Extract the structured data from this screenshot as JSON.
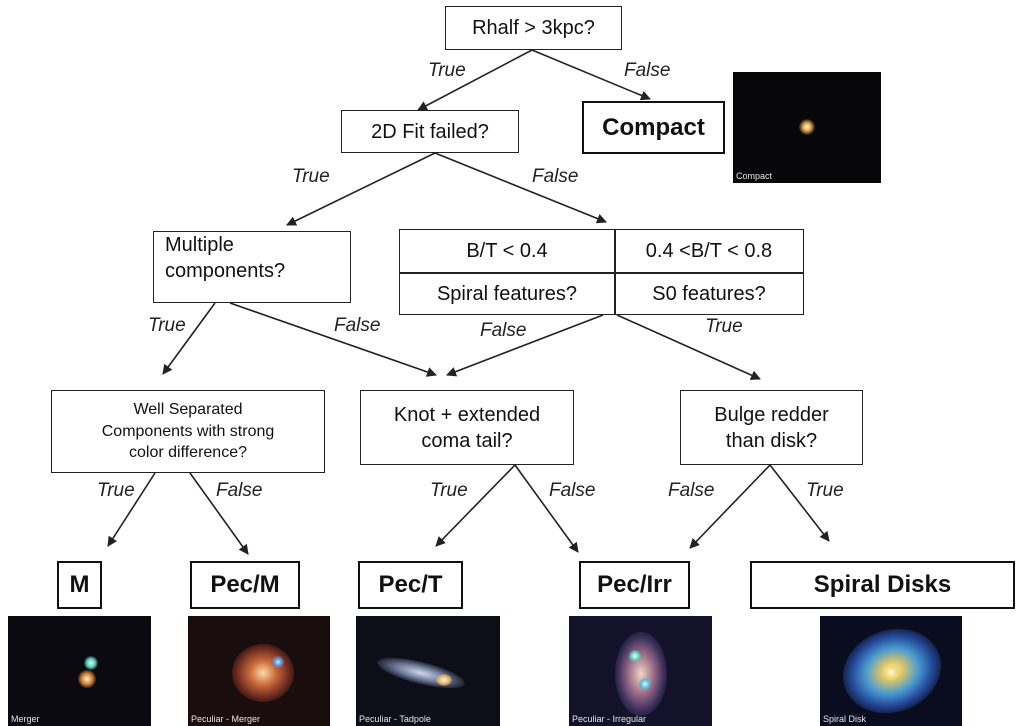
{
  "nodes": {
    "root": "Rhalf > 3kpc?",
    "fit_failed": "2D Fit failed?",
    "compact": "Compact",
    "multiple_line1": "Multiple",
    "multiple_line2": "components?",
    "bt_low": "B/T < 0.4",
    "bt_mid": "0.4 <B/T < 0.8",
    "spiral_features": "Spiral features?",
    "s0_features": "S0 features?",
    "well_sep_line1": "Well Separated",
    "well_sep_line2": "Components with strong",
    "well_sep_line3": "color difference?",
    "knot_line1": "Knot + extended",
    "knot_line2": "coma tail?",
    "bulge_line1": "Bulge redder",
    "bulge_line2": "than disk?"
  },
  "edge_labels": {
    "root_true": "True",
    "root_false": "False",
    "fit_true": "True",
    "fit_false": "False",
    "multi_true": "True",
    "multi_false": "False",
    "bt_false": "False",
    "bt_true": "True",
    "ws_true": "True",
    "ws_false": "False",
    "knot_true": "True",
    "knot_false": "False",
    "bulge_false": "False",
    "bulge_true": "True"
  },
  "leaves": {
    "m": "M",
    "pec_m": "Pec/M",
    "pec_t": "Pec/T",
    "pec_irr": "Pec/Irr",
    "spiral_disks": "Spiral Disks"
  },
  "thumbnails": {
    "compact": "Compact",
    "merger": "Merger",
    "peculiar_merger": "Peculiar - Merger",
    "peculiar_tadpole": "Peculiar - Tadpole",
    "peculiar_irregular": "Peculiar - Irregular",
    "spiral_disk": "Spiral Disk"
  }
}
